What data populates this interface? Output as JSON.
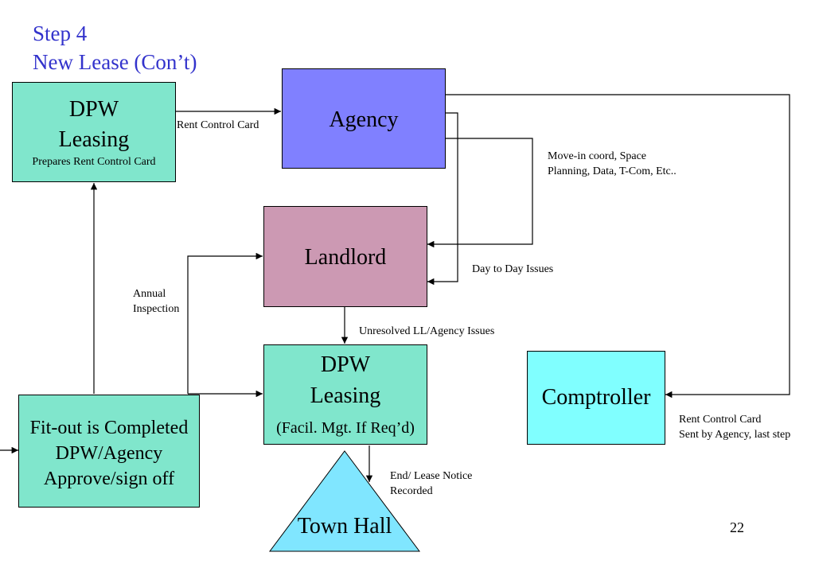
{
  "title": {
    "line1": "Step 4",
    "line2": "New Lease (Con’t)"
  },
  "nodes": {
    "dpw_leasing_top": {
      "line1": "DPW",
      "line2": "Leasing",
      "sub": "Prepares Rent Control Card"
    },
    "agency": {
      "label": "Agency"
    },
    "landlord": {
      "label": "Landlord"
    },
    "dpw_leasing_mid": {
      "line1": "DPW",
      "line2": "Leasing",
      "line3": "(Facil. Mgt. If Req’d)"
    },
    "fitout": {
      "line1": "Fit-out is Completed",
      "line2": "DPW/Agency",
      "line3": "Approve/sign off"
    },
    "comptroller": {
      "label": "Comptroller"
    },
    "town_hall": {
      "label": "Town Hall"
    }
  },
  "edge_labels": {
    "rent_control_card": "Rent Control Card",
    "move_in_1": "Move-in coord, Space",
    "move_in_2": "Planning, Data, T-Com, Etc..",
    "day_to_day": "Day to Day Issues",
    "annual_1": "Annual",
    "annual_2": "Inspection",
    "unresolved": "Unresolved LL/Agency Issues",
    "end_lease_1": "End/ Lease Notice",
    "end_lease_2": "Recorded",
    "rent_sent_1": "Rent Control Card",
    "rent_sent_2": "Sent by Agency, last step"
  },
  "page_number": "22",
  "colors": {
    "teal": "#80e6cc",
    "agency": "#8080ff",
    "landlord": "#cc99b3",
    "comptroller": "#80ffff",
    "town_hall": "#80e6ff",
    "title": "#3333cc"
  }
}
